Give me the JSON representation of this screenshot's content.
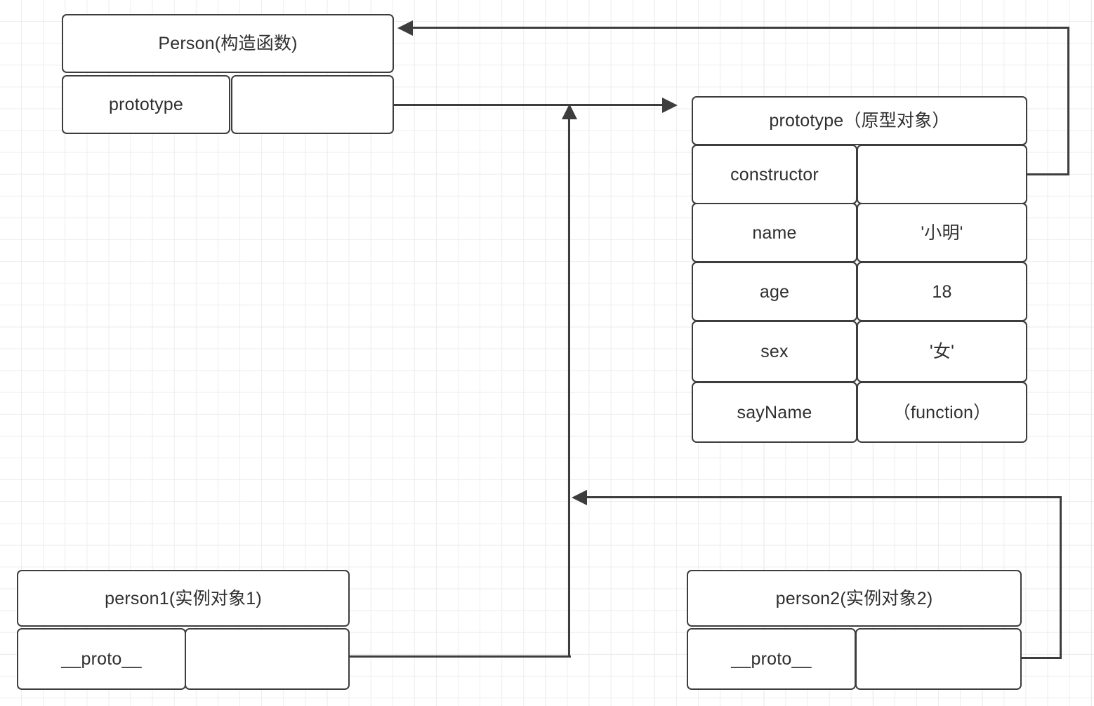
{
  "diagram": {
    "title": "JavaScript prototype chain diagram",
    "stroke_color": "#3d3d3d",
    "text_color": "#2f2f2f",
    "background_color": "#ffffff",
    "grid_color": "#ededed"
  },
  "nodes": {
    "constructor_box": {
      "title": "Person(构造函数)",
      "rows": [
        {
          "key": "prototype",
          "value": ""
        }
      ]
    },
    "prototype_box": {
      "title": "prototype（原型对象）",
      "rows": [
        {
          "key": "constructor",
          "value": ""
        },
        {
          "key": "name",
          "value": "'小明'"
        },
        {
          "key": "age",
          "value": "18"
        },
        {
          "key": "sex",
          "value": "'女'"
        },
        {
          "key": "sayName",
          "value": "（function）"
        }
      ]
    },
    "instance1_box": {
      "title": "person1(实例对象1)",
      "rows": [
        {
          "key": "__proto__",
          "value": ""
        }
      ]
    },
    "instance2_box": {
      "title": "person2(实例对象2)",
      "rows": [
        {
          "key": "__proto__",
          "value": ""
        }
      ]
    }
  },
  "connections": [
    {
      "name": "prototype-to-prototype-object",
      "from": "constructor_box.prototype",
      "to": "prototype_box",
      "arrow": "right"
    },
    {
      "name": "constructor-to-person",
      "from": "prototype_box.constructor",
      "to": "constructor_box",
      "arrow": "left"
    },
    {
      "name": "person1-proto-to-prototype",
      "from": "instance1_box.__proto__",
      "to": "prototype_box",
      "arrow": "up"
    },
    {
      "name": "person2-proto-to-prototype",
      "from": "instance2_box.__proto__",
      "to": "prototype_box",
      "arrow": "left"
    }
  ]
}
